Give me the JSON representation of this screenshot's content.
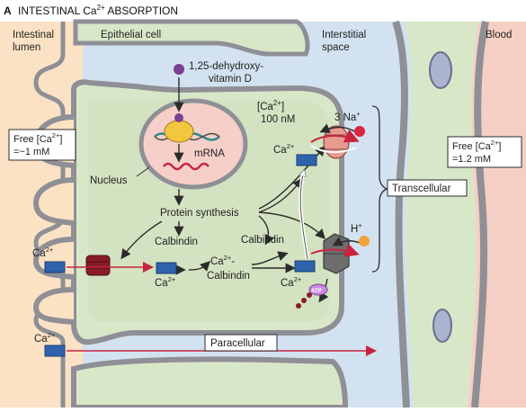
{
  "title": {
    "letter": "A",
    "text": "INTESTINAL Ca",
    "sup": "2+",
    "rest": " ABSORPTION"
  },
  "regions": {
    "lumen": [
      "Intestinal",
      "lumen"
    ],
    "epithelial": "Epithelial cell",
    "interstitial": [
      "Interstitial",
      "space"
    ],
    "blood": "Blood"
  },
  "vitamin_d": [
    "1,25-dehydroxy-",
    "vitamin D"
  ],
  "nucleus": {
    "conc_line1": "[Ca",
    "conc_sup": "2+",
    "conc_close": "]",
    "conc_line2": "100 nM",
    "mrna": "mRNA",
    "label": "Nucleus"
  },
  "free_lumen": {
    "line1": "Free [Ca",
    "sup": "2+",
    "close": "]",
    "line2": "=~1 mM"
  },
  "free_blood": {
    "line1": "Free [Ca",
    "sup": "2+",
    "close": "]",
    "line2": "=1.2 mM"
  },
  "protein_synthesis": "Protein synthesis",
  "calbindin_left": "Calbindin",
  "calbindin_right": "Calbindin",
  "complex": {
    "line1": "Ca",
    "sup": "2+",
    "dash": "-",
    "line2": "Calbindin"
  },
  "ca": {
    "base": "Ca",
    "sup": "2+"
  },
  "na": {
    "base": "3 Na",
    "sup": "+"
  },
  "h": {
    "base": "H",
    "sup": "+"
  },
  "atp": "ATP",
  "transcellular": "Transcellular",
  "paracellular": "Paracellular",
  "colors": {
    "lumen": "#fbe2c4",
    "cell": "#d9e7c9",
    "cell_edge": "#a9c58f",
    "membrane": "#8f8f96",
    "interstitial": "#d3e2f0",
    "blood": "#f6cfc4",
    "nucleus": "#f6cfc8",
    "ca_box": "#2f63ad",
    "arrow": "#c8243f",
    "na_dot": "#d9253f",
    "h_dot": "#f0a33a",
    "vitd_dot": "#7a3f92"
  }
}
